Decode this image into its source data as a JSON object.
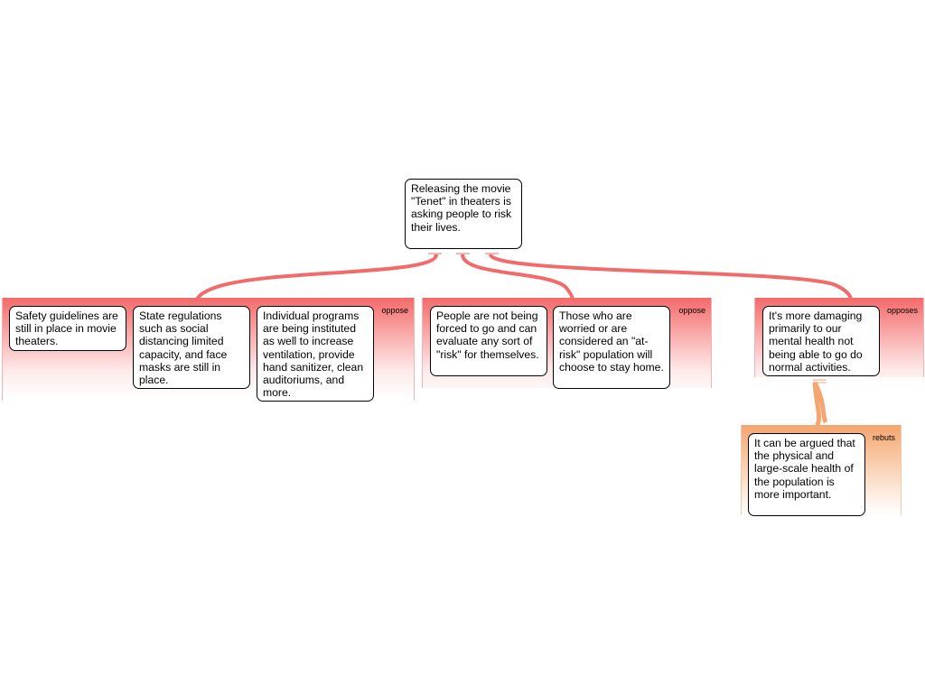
{
  "diagram": {
    "root": {
      "text": "Releasing the movie \"Tenet\" in theaters is asking people to risk their lives."
    },
    "groups": [
      {
        "relation": "oppose",
        "color": "#f36a6a",
        "claims": [
          "Safety guidelines are still in place in movie theaters.",
          "State regulations such as social distancing limited capacity, and face masks are still in place.",
          "Individual programs are being instituted as well to increase ventilation, provide hand sanitizer, clean auditoriums, and more."
        ]
      },
      {
        "relation": "oppose",
        "color": "#f36a6a",
        "claims": [
          "People are not being forced to go and can evaluate any sort of \"risk\" for themselves.",
          "Those who are worried or are considered an \"at-risk\" population will choose to stay home."
        ]
      },
      {
        "relation": "opposes",
        "color": "#f36a6a",
        "claims": [
          "It's more damaging primarily to our mental health not being able to go do normal activities."
        ]
      },
      {
        "relation": "rebuts",
        "color": "#f5a56f",
        "claims": [
          "It can be argued that the physical and large-scale health of the population is more important."
        ]
      }
    ]
  }
}
